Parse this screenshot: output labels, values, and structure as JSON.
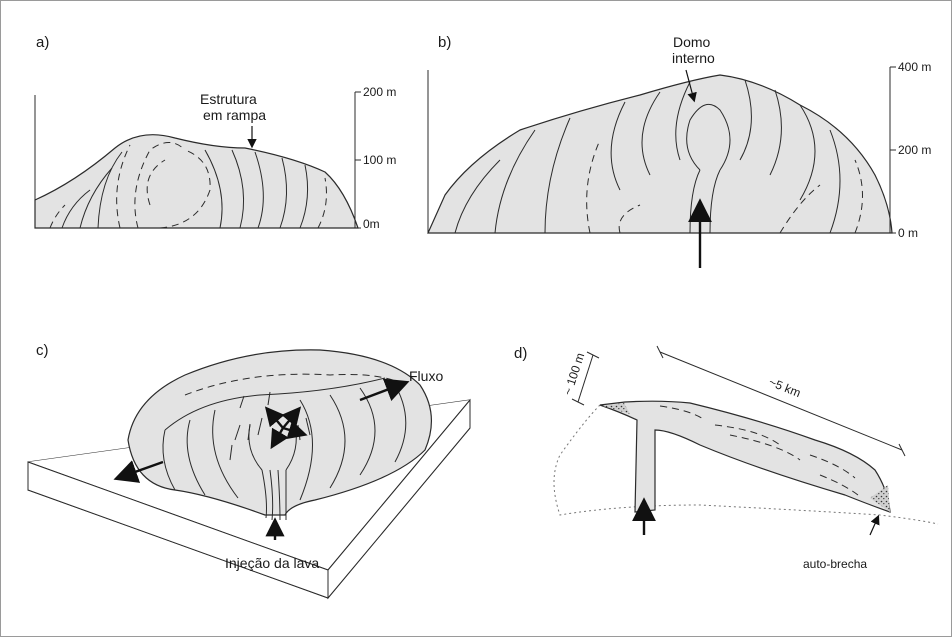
{
  "panels": {
    "a": {
      "label": "a)",
      "annotation_line1": "Estrutura",
      "annotation_line2": "em rampa",
      "scale": [
        "200 m",
        "100 m",
        "0m"
      ]
    },
    "b": {
      "label": "b)",
      "annotation_line1": "Domo",
      "annotation_line2": "interno",
      "scale": [
        "400 m",
        "200 m",
        "0 m"
      ]
    },
    "c": {
      "label": "c)",
      "flow_label": "Fluxo",
      "injection_label": "Injeção da lava"
    },
    "d": {
      "label": "d)",
      "height_label": "~ 100 m",
      "length_label": "~5 km",
      "breccia_label": "auto-brecha"
    }
  },
  "colors": {
    "rock": "#e3e3e3",
    "outline": "#2b2b2b"
  }
}
